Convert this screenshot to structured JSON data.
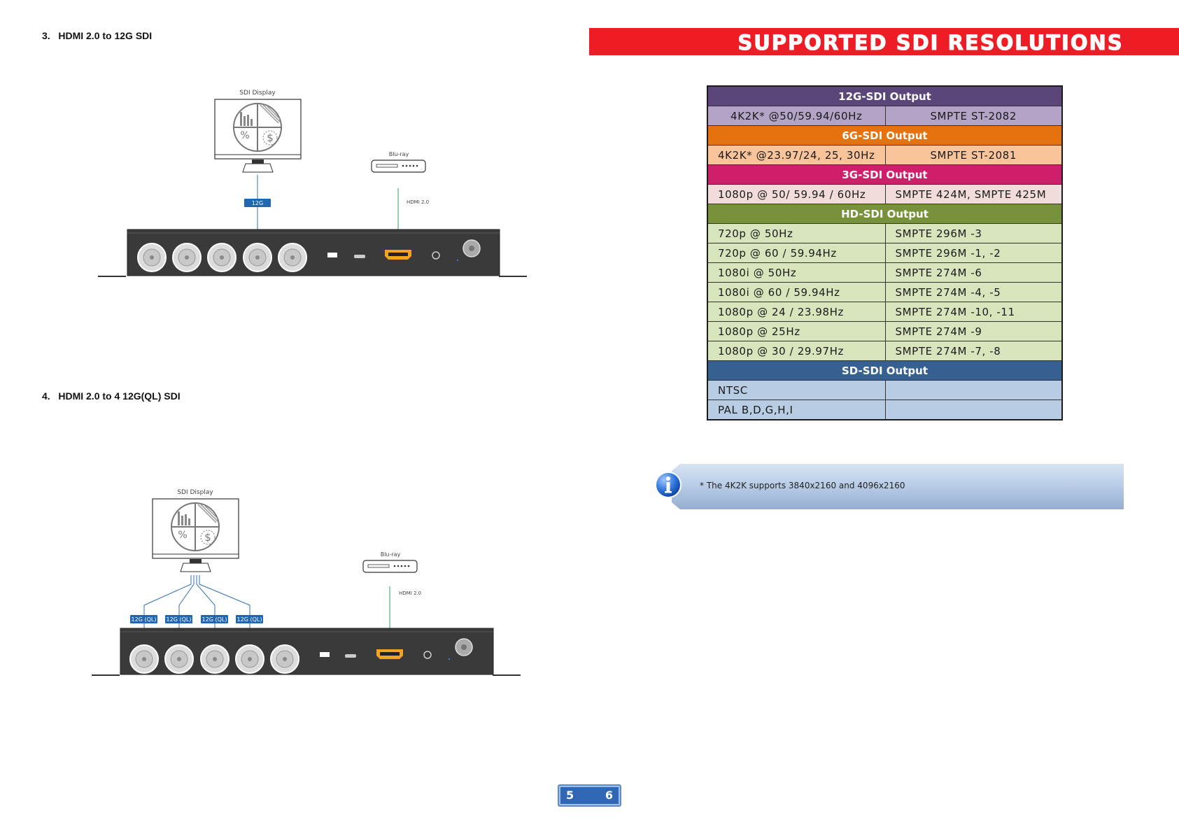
{
  "left_page": {
    "section3": {
      "number": "3.",
      "title": "HDMI 2.0 to 12G SDI"
    },
    "section4": {
      "number": "4.",
      "title": "HDMI 2.0 to 4 12G(QL) SDI"
    },
    "diagram1": {
      "display_label": "SDI Display",
      "source_label": "Blu-ray",
      "link_label": "HDMI 2.0",
      "badge": "12G"
    },
    "diagram2": {
      "display_label": "SDI Display",
      "source_label": "Blu-ray",
      "link_label": "HDMI 2.0",
      "badges": [
        "12G (QL)",
        "12G (QL)",
        "12G (QL)",
        "12G (QL)"
      ]
    }
  },
  "right_page": {
    "banner_title": "SUPPORTED SDI RESOLUTIONS",
    "banner_color": "#ee1c25",
    "table": {
      "groups": [
        {
          "header": "12G-SDI Output",
          "header_color": "#5b467a",
          "row_color": "#b3a3c7",
          "rows": [
            [
              "4K2K* @50/59.94/60Hz",
              "SMPTE ST-2082"
            ]
          ]
        },
        {
          "header": "6G-SDI Output",
          "header_color": "#e5720e",
          "row_color": "#f9c49a",
          "rows": [
            [
              "4K2K* @23.97/24, 25, 30Hz",
              "SMPTE ST-2081"
            ]
          ]
        },
        {
          "header": "3G-SDI Output",
          "header_color": "#d01f6a",
          "row_color": "#f2dcdb",
          "rows": [
            [
              "1080p @ 50/ 59.94 / 60Hz",
              "SMPTE 424M, SMPTE 425M"
            ]
          ]
        },
        {
          "header": "HD-SDI Output",
          "header_color": "#77923b",
          "row_color": "#d8e4bc",
          "rows": [
            [
              "720p @ 50Hz",
              "SMPTE 296M -3"
            ],
            [
              "720p @ 60 / 59.94Hz",
              "SMPTE 296M -1, -2"
            ],
            [
              "1080i @ 50Hz",
              "SMPTE 274M -6"
            ],
            [
              "1080i @ 60 / 59.94Hz",
              "SMPTE 274M -4, -5"
            ],
            [
              "1080p @ 24 / 23.98Hz",
              "SMPTE 274M -10, -11"
            ],
            [
              "1080p @ 25Hz",
              "SMPTE 274M -9"
            ],
            [
              "1080p @ 30 / 29.97Hz",
              "SMPTE 274M -7, -8"
            ]
          ]
        },
        {
          "header": "SD-SDI Output",
          "header_color": "#366092",
          "row_color": "#b8cce4",
          "rows": [
            [
              "NTSC",
              ""
            ],
            [
              "PAL B,D,G,H,I",
              ""
            ]
          ]
        }
      ]
    },
    "note": "* The 4K2K supports 3840x2160 and 4096x2160",
    "info_icon": "info-icon"
  },
  "footer": {
    "page_left": "5",
    "page_right": "6"
  }
}
